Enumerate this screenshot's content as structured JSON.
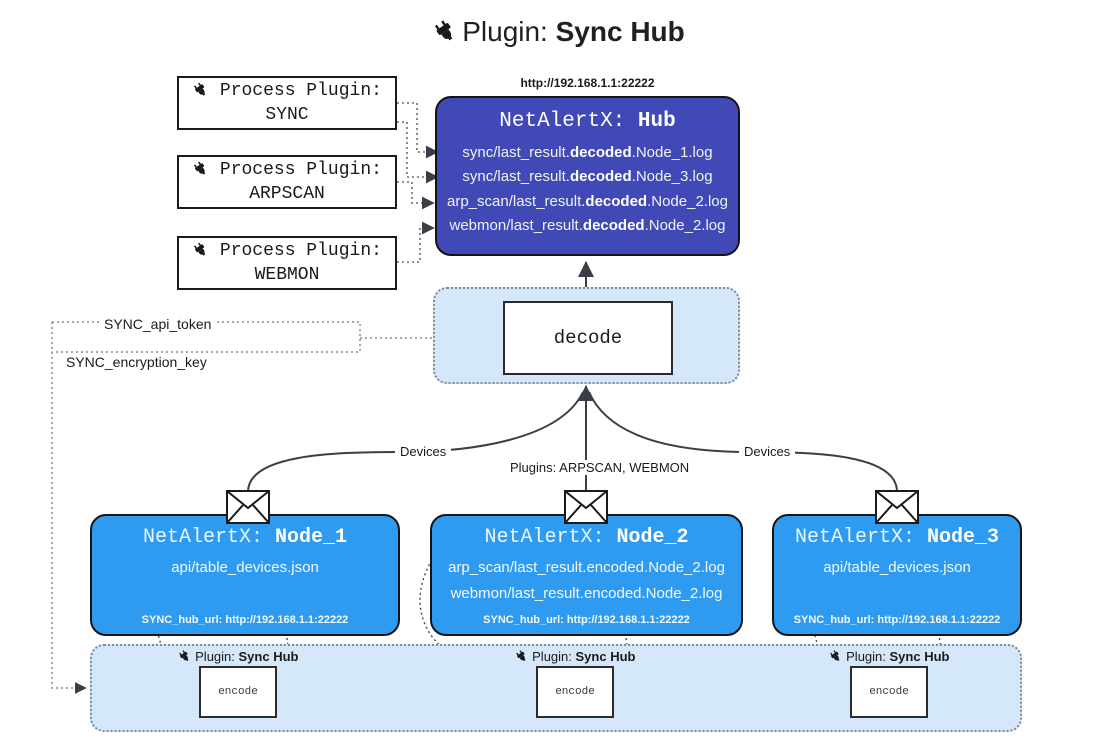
{
  "title": {
    "icon": "plug-icon",
    "label": "Plugin:",
    "name": "Sync Hub"
  },
  "process_plugins": [
    {
      "icon": "plug-icon",
      "line1": "Process Plugin:",
      "line2": "SYNC"
    },
    {
      "icon": "plug-icon",
      "line1": "Process Plugin:",
      "line2": "ARPSCAN"
    },
    {
      "icon": "plug-icon",
      "line1": "Process Plugin:",
      "line2": "WEBMON"
    }
  ],
  "hub": {
    "url": "http://192.168.1.1:22222",
    "title_prefix": "NetAlertX:",
    "title_name": "Hub",
    "logs": [
      {
        "pre": "sync/last_result.",
        "em": "decoded",
        "post": ".Node_1.log"
      },
      {
        "pre": "sync/last_result.",
        "em": "decoded",
        "post": ".Node_3.log"
      },
      {
        "pre": "arp_scan/last_result.",
        "em": "decoded",
        "post": ".Node_2.log"
      },
      {
        "pre": "webmon/last_result.",
        "em": "decoded",
        "post": ".Node_2.log"
      }
    ]
  },
  "decode": {
    "label": "decode"
  },
  "tokens": {
    "api_token": "SYNC_api_token",
    "encryption_key": "SYNC_encryption_key"
  },
  "edge_labels": {
    "devices_left": "Devices",
    "devices_right": "Devices",
    "plugins_center": "Plugins: ARPSCAN, WEBMON"
  },
  "nodes": [
    {
      "title_prefix": "NetAlertX:",
      "title_name": "Node_1",
      "lines": [
        {
          "pre": "api/table_devices.json",
          "em": "",
          "post": ""
        }
      ],
      "footer": "SYNC_hub_url: http://192.168.1.1:22222",
      "envelope_icon": "envelope-icon"
    },
    {
      "title_prefix": "NetAlertX:",
      "title_name": "Node_2",
      "lines": [
        {
          "pre": "arp_scan/last_result.encoded.Node_2.log",
          "em": "",
          "post": ""
        },
        {
          "pre": "webmon/last_result.encoded.Node_2.log",
          "em": "",
          "post": ""
        }
      ],
      "footer": "SYNC_hub_url: http://192.168.1.1:22222",
      "envelope_icon": "envelope-icon"
    },
    {
      "title_prefix": "NetAlertX:",
      "title_name": "Node_3",
      "lines": [
        {
          "pre": "api/table_devices.json",
          "em": "",
          "post": ""
        }
      ],
      "footer": "SYNC_hub_url: http://192.168.1.1:22222",
      "envelope_icon": "envelope-icon"
    }
  ],
  "encode_groups": [
    {
      "icon": "plug-icon",
      "label": "Plugin:",
      "name": "Sync Hub",
      "box": "encode"
    },
    {
      "icon": "plug-icon",
      "label": "Plugin:",
      "name": "Sync Hub",
      "box": "encode"
    },
    {
      "icon": "plug-icon",
      "label": "Plugin:",
      "name": "Sync Hub",
      "box": "encode"
    }
  ],
  "colors": {
    "hub": "#4049b5",
    "node": "#2f9bf0",
    "container": "#d4e8fa",
    "border": "#141414",
    "dotted": "#7b8a99"
  }
}
